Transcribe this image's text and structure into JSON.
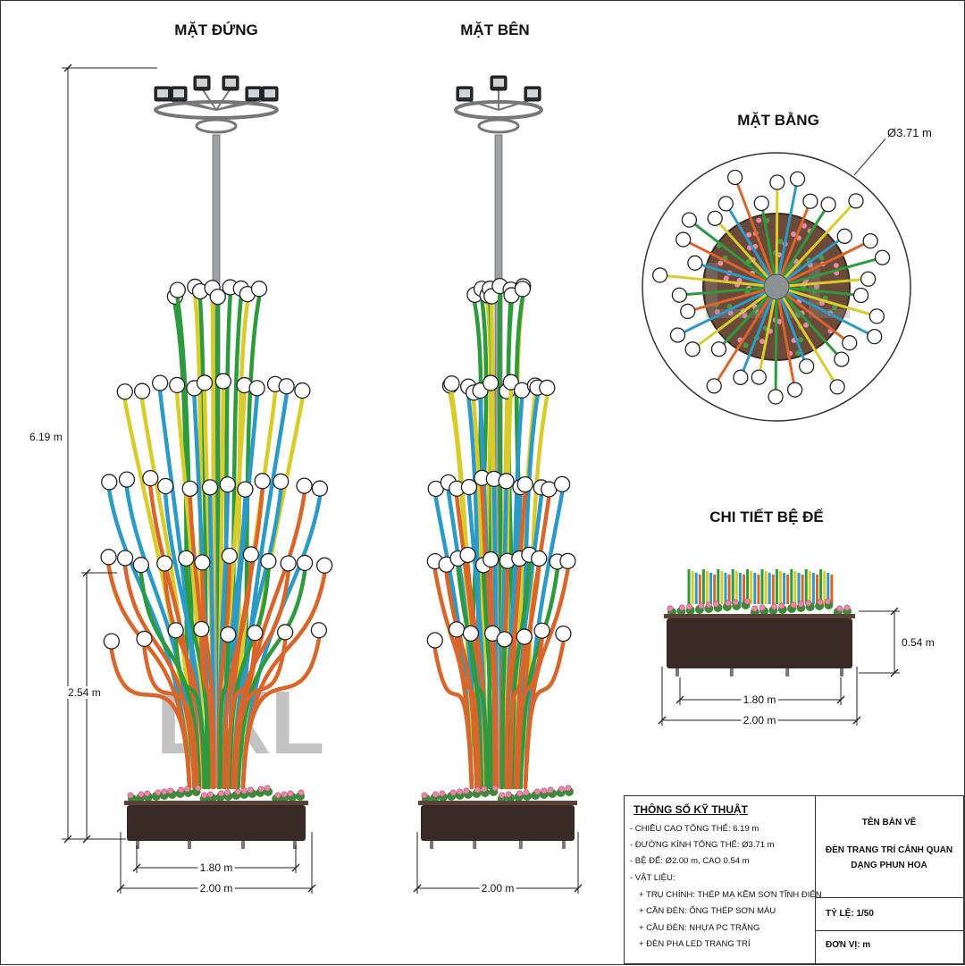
{
  "views": {
    "front_title": "MẶT ĐỨNG",
    "side_title": "MẶT BÊN",
    "plan_title": "MẶT BẰNG",
    "base_title": "CHI TIẾT BỆ ĐẾ"
  },
  "dimensions": {
    "total_height": "6.19 m",
    "lower_height": "2.54 m",
    "inner_width": "1.80 m",
    "outer_width": "2.00 m",
    "diameter": "Ø3.71 m",
    "base_height": "0.54 m"
  },
  "watermark": "LXL",
  "specs": {
    "title": "THÔNG SỐ KỸ THUẬT",
    "items": [
      "- CHIỀU CAO TỔNG THỂ: 6.19 m",
      "- ĐƯỜNG KÍNH TỔNG THỂ: Ø3.71 m",
      "- BỆ ĐẾ:  Ø2.00 m, CAO 0.54 m",
      "- VẬT LIỆU:"
    ],
    "materials": [
      "+ TRỤ CHÍNH: THÉP MẠ KẼM SƠN TĨNH ĐIỆN",
      "+ CẦN ĐÈN: ỐNG THÉP SƠN MÀU",
      "+ CẦU ĐÈN: NHỰA PC TRẮNG",
      "+ ĐÈN PHA LED TRANG TRÍ"
    ]
  },
  "title_block": {
    "name_label": "TÊN BẢN VẼ",
    "name_line1": "ĐÈN TRANG TRÍ CẢNH QUAN",
    "name_line2": "DẠNG PHUN HOA",
    "scale": "TỶ LỆ: 1/50",
    "unit": "ĐƠN VỊ: m"
  },
  "colors": {
    "green": "#2e9a3e",
    "yellow": "#d8cc2c",
    "blue": "#2c9ac8",
    "orange": "#d9652a",
    "pole": "#9aa0a6",
    "planter": "#3a2a26",
    "flower": "#e889a8"
  }
}
